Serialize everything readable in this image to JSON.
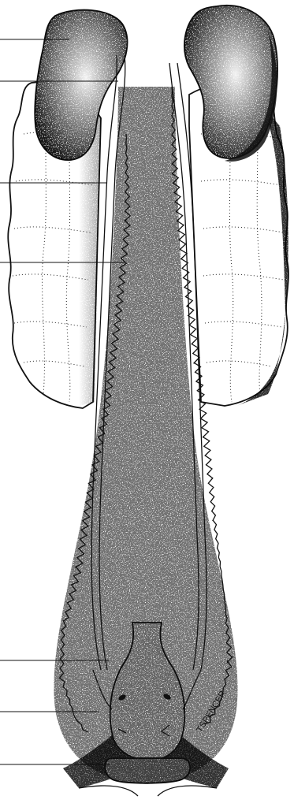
{
  "illustration": {
    "signature": "TSPENCER",
    "leader_lines": [
      {
        "id": "leader-1"
      },
      {
        "id": "leader-2"
      },
      {
        "id": "leader-3"
      },
      {
        "id": "leader-4"
      },
      {
        "id": "leader-5"
      },
      {
        "id": "leader-6"
      },
      {
        "id": "leader-7"
      }
    ],
    "colors": {
      "ink": "#111111",
      "paper": "#ffffff"
    }
  }
}
